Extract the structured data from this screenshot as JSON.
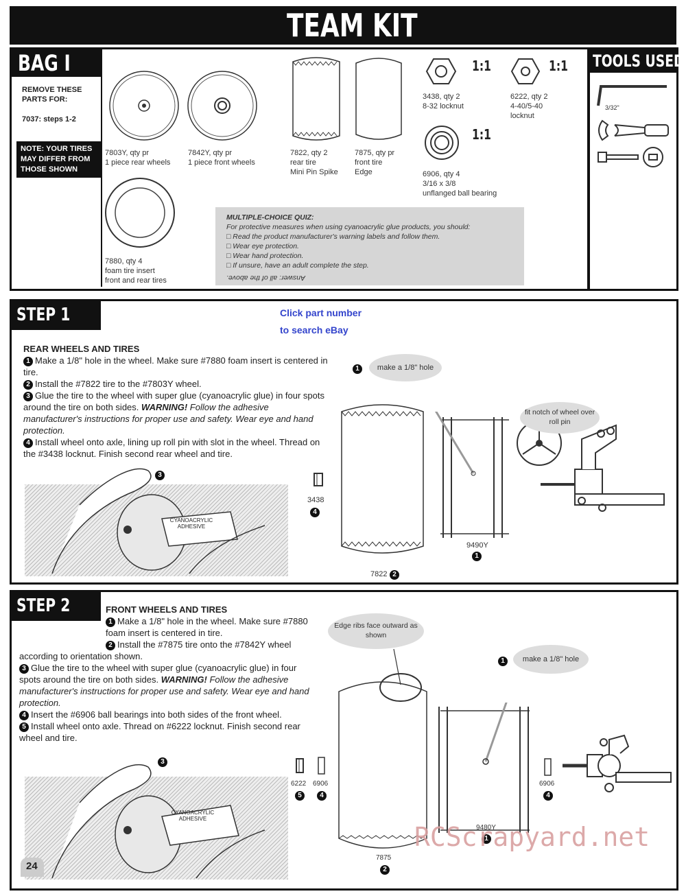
{
  "header": {
    "title": "TEAM KIT"
  },
  "bag": {
    "title": "BAG I",
    "remove_label": "REMOVE THESE PARTS FOR:",
    "steps": "7037: steps 1-2",
    "note": "NOTE: YOUR TIRES MAY DIFFER FROM THOSE SHOWN",
    "parts": {
      "p7803": [
        "7803Y, qty pr",
        "1 piece rear wheels"
      ],
      "p7842": [
        "7842Y, qty pr",
        "1 piece front wheels"
      ],
      "p7880": [
        "7880, qty 4",
        "foam tire insert",
        "front and rear tires"
      ],
      "p7822": [
        "7822, qty 2",
        "rear tire",
        "Mini Pin Spike"
      ],
      "p7875": [
        "7875, qty pr",
        "front tire",
        "Edge"
      ],
      "p3438": [
        "3438, qty 2",
        "8-32 locknut"
      ],
      "p6222": [
        "6222, qty 2",
        "4-40/5-40",
        "locknut"
      ],
      "p6906": [
        "6906, qty 4",
        "3/16 x 3/8",
        "unflanged ball bearing"
      ]
    },
    "scale": "1:1",
    "quiz": {
      "title": "MULTIPLE-CHOICE QUIZ:",
      "question": "For protective measures when using cyanoacrylic glue products, you should:",
      "options": [
        "Read the product manufacturer's warning labels and follow them.",
        "Wear eye protection.",
        "Wear hand protection.",
        "If unsure, have an adult complete the step."
      ],
      "answer": "Answer: all of the above."
    }
  },
  "tools": {
    "title": "TOOLS USED",
    "hex_size": "3/32\""
  },
  "ebay": {
    "line1": "Click part number",
    "line2": "to search eBay"
  },
  "step1": {
    "title": "STEP 1",
    "heading": "REAR WHEELS AND TIRES",
    "n1": "Make a 1/8\" hole in the wheel. Make sure #7880 foam insert is centered in tire.",
    "n2": "Install the #7822 tire to the #7803Y wheel.",
    "n3a": "Glue the tire to the wheel with super glue (cyanoacrylic glue) in four spots around the tire on both sides. ",
    "warning": "WARNING!",
    "n3b": " Follow the adhesive manufacturer's instructions for proper use and safety. Wear eye and hand protection.",
    "n4": "Install wheel onto axle, lining up roll pin with slot in the wheel. Thread on the #3438 locknut. Finish second rear wheel and tire.",
    "call_hole": "make a 1/8\" hole",
    "call_notch": "fit notch of wheel over roll pin",
    "glue_label": "CYANOACRYLIC ADHESIVE",
    "lbl_3438": "3438",
    "lbl_9490": "9490Y",
    "lbl_7822": "7822"
  },
  "step2": {
    "title": "STEP 2",
    "heading": "FRONT WHEELS AND TIRES",
    "n1": "Make a 1/8\" hole in the wheel. Make sure #7880 foam insert is centered in tire.",
    "n2": "Install the #7875 tire onto the #7842Y wheel according to orientation shown.",
    "n3a": "Glue the tire to the wheel with super glue (cyanoacrylic glue) in four spots around the tire on both sides. ",
    "warning": "WARNING!",
    "n3b": " Follow the adhesive manufacturer's instructions for proper use and safety. Wear eye and hand protection.",
    "n4": "Insert the #6906 ball bearings into both sides of the front wheel.",
    "n5": "Install wheel onto axle. Thread on #6222 locknut. Finish second rear wheel and tire.",
    "call_edge": "Edge ribs face outward as shown",
    "call_hole": "make a 1/8\" hole",
    "glue_label": "CYANOACRYLIC ADHESIVE",
    "lbl_6222": "6222",
    "lbl_6906": "6906",
    "lbl_6906b": "6906",
    "lbl_9480": "9480Y",
    "lbl_7875": "7875"
  },
  "footer": {
    "page": "24",
    "watermark": "RCScrapyard.net"
  }
}
